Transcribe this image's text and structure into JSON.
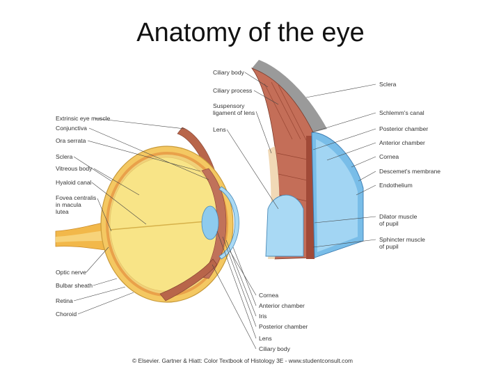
{
  "title": "Anatomy of the eye",
  "labels": {
    "extrinsic_eye_muscle": "Extrinsic eye muscle",
    "conjunctiva": "Conjunctiva",
    "ora_serrata": "Ora serrata",
    "sclera_left": "Sclera",
    "vitreous_body": "Vitreous body",
    "hyaloid_canal": "Hyaloid canal",
    "fovea_line1": "Fovea centralis",
    "fovea_line2": "in macula",
    "fovea_line3": "lutea",
    "optic_nerve": "Optic nerve",
    "bulbar_sheath": "Bulbar sheath",
    "retina": "Retina",
    "choroid": "Choroid",
    "ciliary_body_top": "Ciliary body",
    "ciliary_process": "Ciliary process",
    "suspensory_line1": "Suspensory",
    "suspensory_line2": "ligament of lens",
    "lens_top": "Lens",
    "sclera_right": "Sclera",
    "schlemms_canal": "Schlemm's canal",
    "posterior_chamber_right": "Posterior chamber",
    "anterior_chamber_right": "Anterior chamber",
    "cornea_right": "Cornea",
    "descemets_membrane": "Descemet's membrane",
    "endothelium": "Endothelium",
    "dilator_line1": "Dilator muscle",
    "dilator_line2": "of pupil",
    "sphincter_line1": "Sphincter muscle",
    "sphincter_line2": "of pupil",
    "cornea_bottom": "Cornea",
    "anterior_chamber_bottom": "Anterior chamber",
    "iris_bottom": "Iris",
    "posterior_chamber_bottom": "Posterior chamber",
    "lens_bottom": "Lens",
    "ciliary_body_bottom": "Ciliary body"
  },
  "credit": "© Elsevier. Gartner & Hiatt: Color Textbook of Histology 3E - www.studentconsult.com",
  "colors": {
    "vitreous": "#f6e27a",
    "sclera": "#f5d36a",
    "muscle": "#c0725a",
    "cornea": "#8ecbee",
    "lens": "#a9d9f4",
    "leader": "#444444"
  }
}
